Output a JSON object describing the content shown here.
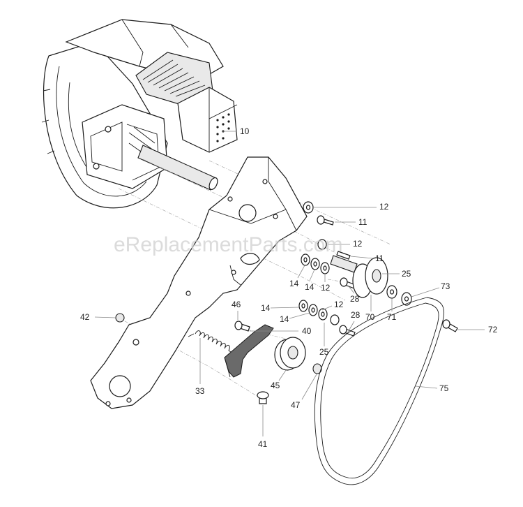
{
  "watermark": "eReplacementParts.com",
  "colors": {
    "line": "#1a1a1a",
    "leader": "#8a8a8a",
    "watermark": "#cfcfcf",
    "background": "#ffffff"
  },
  "parts": {
    "engine": "10",
    "washer_top": "12",
    "bolt_top": "11",
    "spacer_mid": "12",
    "bolt_mid": "11",
    "spacer_a": "25",
    "washer_a": "14",
    "washer_b": "14",
    "washer_c": "12",
    "bolt_a": "28",
    "pulley": "70",
    "washer_71": "71",
    "washer_73": "73",
    "washer_d": "14",
    "washer_e": "14",
    "washer_f": "12",
    "bolt_b": "28",
    "spacer_b": "25",
    "bolt_72": "72",
    "nut_42": "42",
    "screw_46": "46",
    "arm_40": "40",
    "spring_33": "33",
    "idler_45": "45",
    "nut_47": "47",
    "screw_41": "41",
    "belt_75": "75"
  }
}
